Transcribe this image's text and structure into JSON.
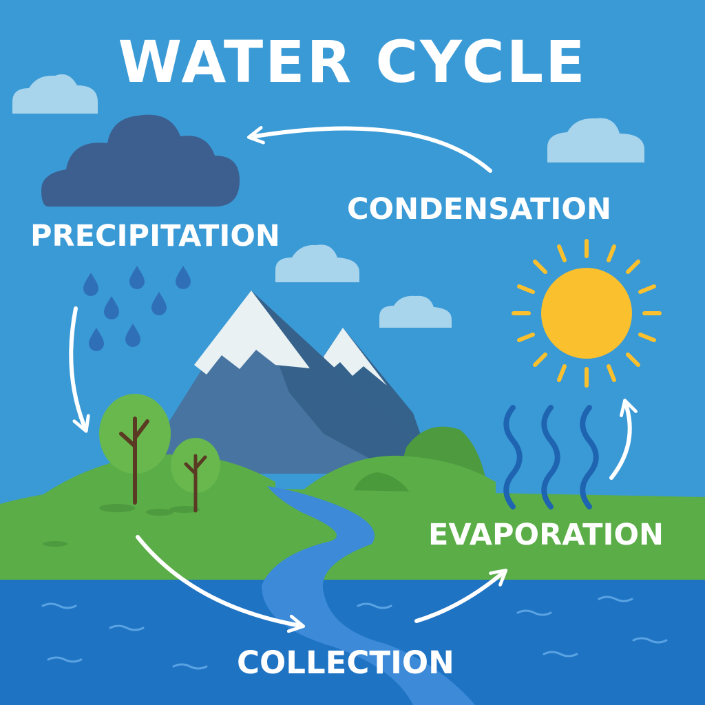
{
  "title": "WATER CYCLE",
  "stages": {
    "precipitation": "PRECIPITATION",
    "condensation": "CONDENSATION",
    "evaporation": "EVAPORATION",
    "collection": "COLLECTION"
  },
  "colors": {
    "sky": "#3a9ad6",
    "cloud_light": "#a8d4ec",
    "rain_cloud": "#3c5f8f",
    "raindrop": "#2f6fb8",
    "sun": "#fbc02d",
    "vapor": "#1f64b0",
    "mountain": "#3e6b94",
    "snow": "#eef4f6",
    "grass": "#5aad47",
    "tree_foliage": "#68b84e",
    "tree_trunk": "#5a3a22",
    "water": "#1e73c3",
    "river": "#3c8ad8",
    "arrow": "#ffffff",
    "text": "#ffffff"
  },
  "icons": [
    "rain-cloud-icon",
    "sun-icon",
    "raindrop-icon",
    "vapor-wave-icon",
    "mountain-icon",
    "tree-icon",
    "cycle-arrow-icon"
  ]
}
